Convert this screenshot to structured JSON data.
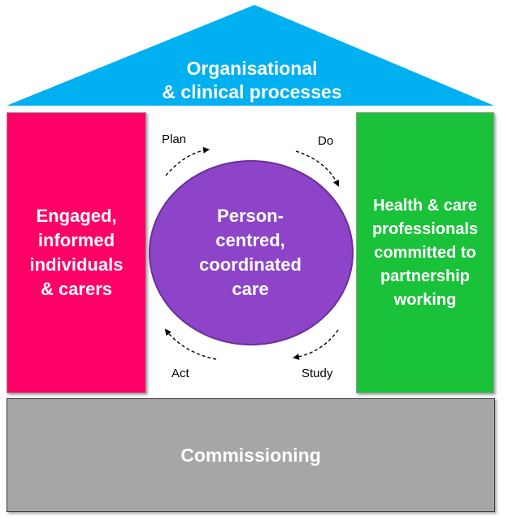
{
  "roof": {
    "line1": "Organisational",
    "line2": "& clinical processes",
    "color": "#00b0f0"
  },
  "left_pillar": {
    "lines": [
      "Engaged,",
      "informed",
      "individuals",
      "& carers"
    ],
    "color": "#ff0066"
  },
  "right_pillar": {
    "lines": [
      "Health & care",
      "professionals",
      "committed to",
      "partnership",
      "working"
    ],
    "color": "#1ac23a"
  },
  "centre": {
    "lines": [
      "Person-",
      "centred,",
      "coordinated",
      "care"
    ],
    "color": "#8e44c8"
  },
  "cycle": {
    "plan": "Plan",
    "do": "Do",
    "study": "Study",
    "act": "Act"
  },
  "foundation": {
    "label": "Commissioning",
    "color": "#a6a6a6"
  }
}
